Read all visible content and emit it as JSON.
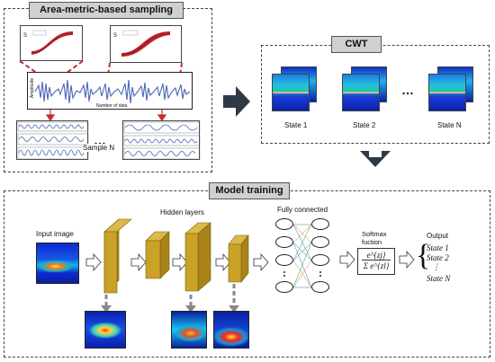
{
  "sampling": {
    "title": "Area-metric-based sampling",
    "mini_plot_s_label": "S",
    "signal_ylabel": "Amplitude",
    "signal_xlabel": "Number of data",
    "ellipsis": "…",
    "sample_label": "Sample N"
  },
  "cwt": {
    "title": "CWT",
    "states": [
      "State 1",
      "State 2",
      "State N"
    ],
    "ellipsis": "…"
  },
  "training": {
    "title": "Model training",
    "input_label": "Input image",
    "hidden_label": "Hidden layers",
    "fc_label": "Fully connected",
    "softmax_label_1": "Softmax",
    "softmax_label_2": "fuction",
    "formula_num": "e^{zj}",
    "formula_den": "Σ e^{zl}",
    "output_label": "Output",
    "outputs": [
      "State 1",
      "State 2",
      "⋮",
      "State N"
    ]
  },
  "colors": {
    "layer_fill": "#c9a227",
    "arrow_dark": "#2e3a46",
    "red_dash": "#c0302a"
  }
}
